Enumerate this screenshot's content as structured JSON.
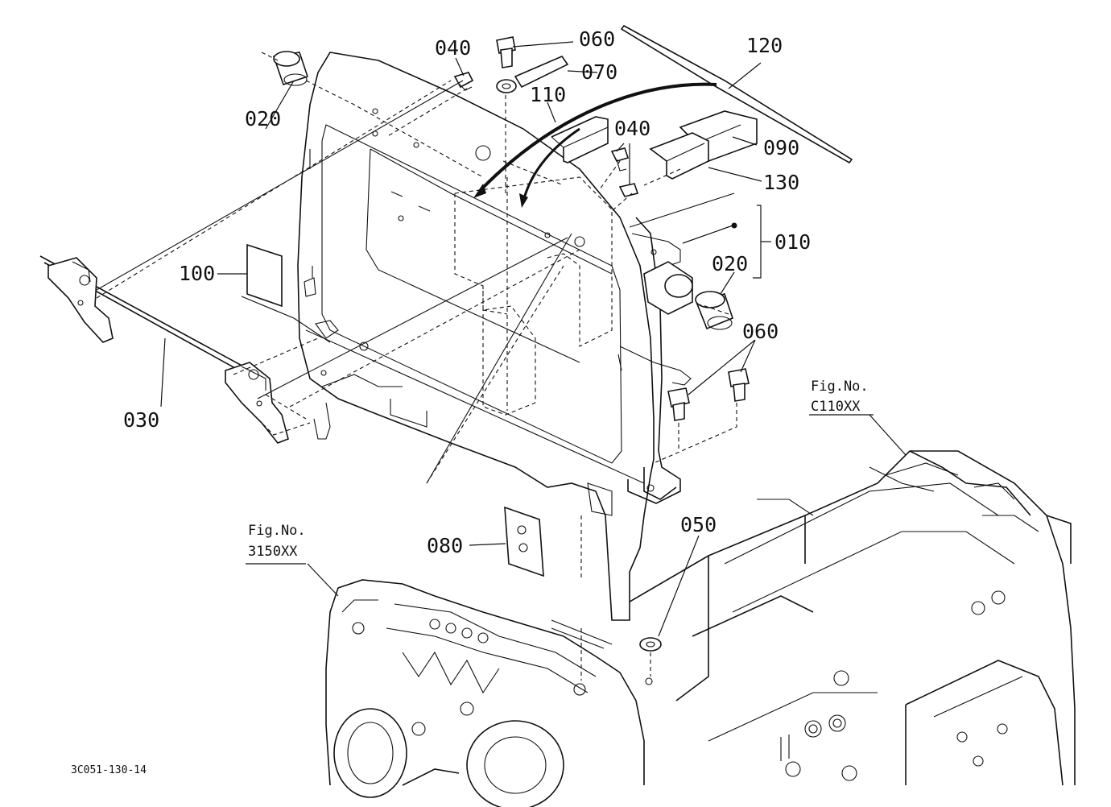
{
  "diagram_code": "3C051-130-14",
  "figure_references": [
    {
      "label": "Fig.No.",
      "number": "C110XX"
    },
    {
      "label": "Fig.No.",
      "number": "3150XX"
    }
  ],
  "part_labels": {
    "p010": "010",
    "p020a": "020",
    "p020b": "020",
    "p030": "030",
    "p040a": "040",
    "p040b": "040",
    "p050": "050",
    "p060a": "060",
    "p060b": "060",
    "p070": "070",
    "p080": "080",
    "p090": "090",
    "p100": "100",
    "p110": "110",
    "p120": "120",
    "p130": "130"
  }
}
